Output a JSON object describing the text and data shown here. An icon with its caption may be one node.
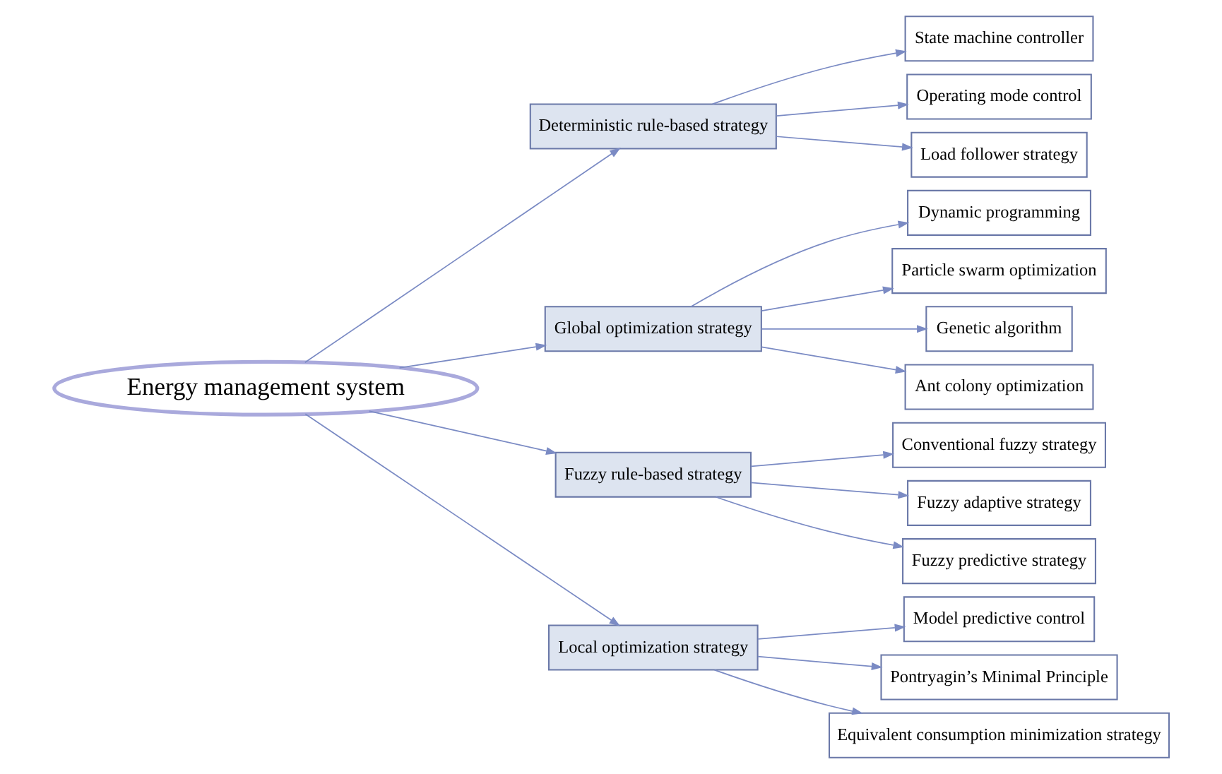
{
  "diagram": {
    "nodes": [
      {
        "text": [
          "Energy management system"
        ]
      },
      {
        "text": [
          "Deterministic rule-based strategy"
        ]
      },
      {
        "text": [
          "Global optimization strategy"
        ]
      },
      {
        "text": [
          "Fuzzy rule-based strategy"
        ]
      },
      {
        "text": [
          "Local optimization strategy"
        ]
      },
      {
        "text": [
          "State machine controller"
        ]
      },
      {
        "text": [
          "Operating mode control"
        ]
      },
      {
        "text": [
          "Load follower strategy"
        ]
      },
      {
        "text": [
          "Conventional fuzzy strategy"
        ]
      },
      {
        "text": [
          "Fuzzy adaptive strategy"
        ]
      },
      {
        "text": [
          "Fuzzy predictive strategy"
        ]
      },
      {
        "text": [
          "Dynamic programming"
        ]
      },
      {
        "text": [
          "Particle swarm optimization"
        ]
      },
      {
        "text": [
          "Genetic algorithm"
        ]
      },
      {
        "text": [
          "Ant colony optimization"
        ]
      },
      {
        "text": [
          "Model predictive control"
        ]
      },
      {
        "text": [
          "Pontryagin’s Minimal Principle"
        ]
      },
      {
        "text": [
          "Equivalent consumption minimization strategy"
        ]
      }
    ],
    "edges": [
      {
        "from": 0,
        "to": 1,
        "arrow": "to"
      },
      {
        "from": 0,
        "to": 2,
        "arrow": "to"
      },
      {
        "from": 0,
        "to": 3,
        "arrow": "to"
      },
      {
        "from": 0,
        "to": 4,
        "arrow": "to"
      },
      {
        "from": 1,
        "to": 5,
        "arrow": "to"
      },
      {
        "from": 1,
        "to": 6,
        "arrow": "to"
      },
      {
        "from": 1,
        "to": 7,
        "arrow": "to"
      },
      {
        "from": 3,
        "to": 8,
        "arrow": "to"
      },
      {
        "from": 3,
        "to": 9,
        "arrow": "to"
      },
      {
        "from": 3,
        "to": 10,
        "arrow": "to"
      },
      {
        "from": 2,
        "to": 11,
        "arrow": "to"
      },
      {
        "from": 2,
        "to": 12,
        "arrow": "to"
      },
      {
        "from": 2,
        "to": 13,
        "arrow": "to"
      },
      {
        "from": 2,
        "to": 14,
        "arrow": "to"
      },
      {
        "from": 4,
        "to": 15,
        "arrow": "to"
      },
      {
        "from": 4,
        "to": 16,
        "arrow": "to"
      },
      {
        "from": 4,
        "to": 17,
        "arrow": "to"
      }
    ]
  }
}
